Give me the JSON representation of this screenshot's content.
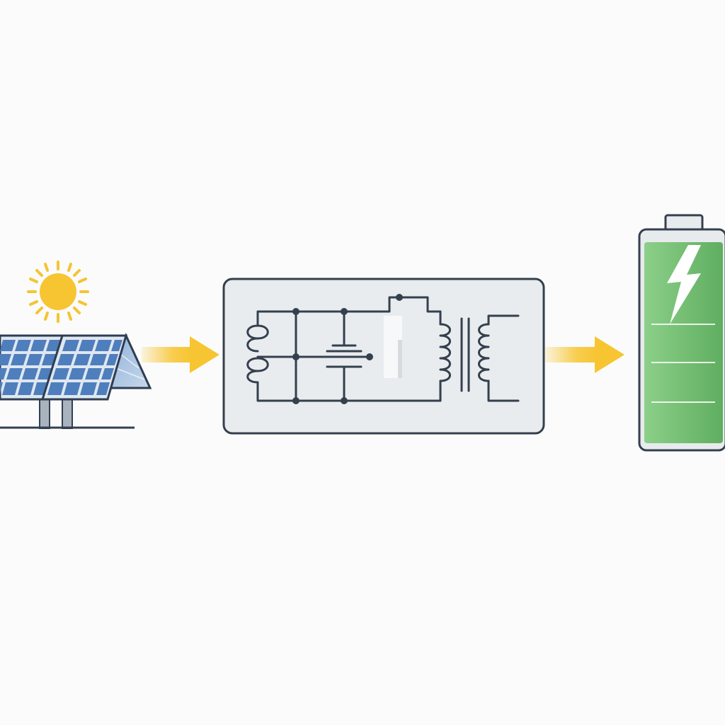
{
  "diagram": {
    "stages": [
      {
        "id": "solar",
        "icon": "solar-panel-icon"
      },
      {
        "id": "converter",
        "icon": "circuit-schematic-icon"
      },
      {
        "id": "battery",
        "icon": "battery-charging-icon"
      }
    ],
    "flow": [
      {
        "from": "solar",
        "to": "converter",
        "icon": "arrow-right-icon"
      },
      {
        "from": "converter",
        "to": "battery",
        "icon": "arrow-right-icon"
      }
    ],
    "battery_charge_level": 1.0,
    "colors": {
      "background": "#fbfbfb",
      "outline": "#34404e",
      "sun": "#f7c531",
      "sun_rays": "#f5c430",
      "panel_cell": "#4f7ebd",
      "panel_frame": "#2f3d52",
      "arrow": "#f7c531",
      "converter_fill": "#e9ecef",
      "battery_green": "#7ec87d",
      "battery_green_dark": "#62b262",
      "battery_shell": "#e8ebee"
    }
  }
}
